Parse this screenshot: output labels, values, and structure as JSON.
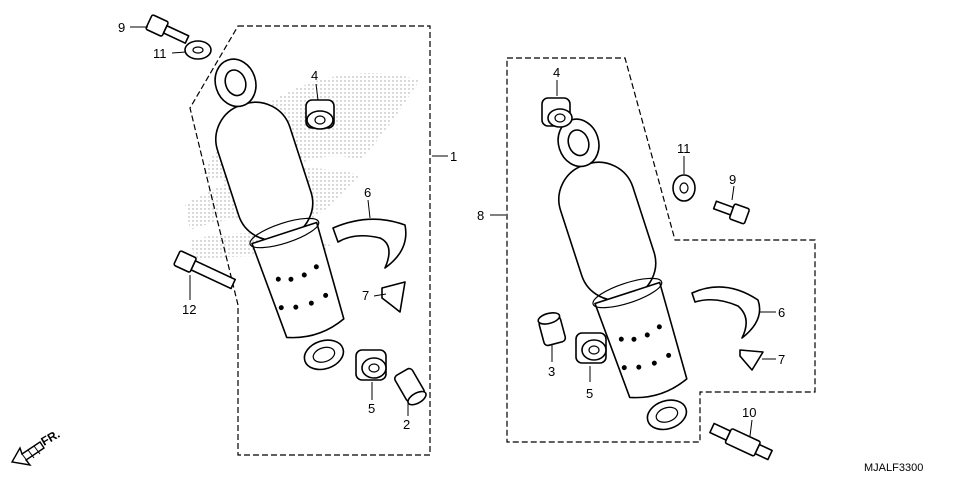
{
  "diagram": {
    "code": "MJALF3300",
    "front_marker": "FR.",
    "callouts": {
      "left_shock": "1",
      "collar_left": "2",
      "collar_right": "3",
      "bush_upper_left": "4",
      "bush_upper_right": "4",
      "bush_lower_left": "5",
      "bush_lower_right": "5",
      "cover_left": "6",
      "cover_right": "6",
      "clip_left": "7",
      "clip_right": "7",
      "right_shock": "8",
      "bolt_upper_left": "9",
      "bolt_upper_right": "9",
      "stud_bolt": "10",
      "washer_left": "11",
      "washer_right": "11",
      "lower_bolt": "12"
    }
  }
}
